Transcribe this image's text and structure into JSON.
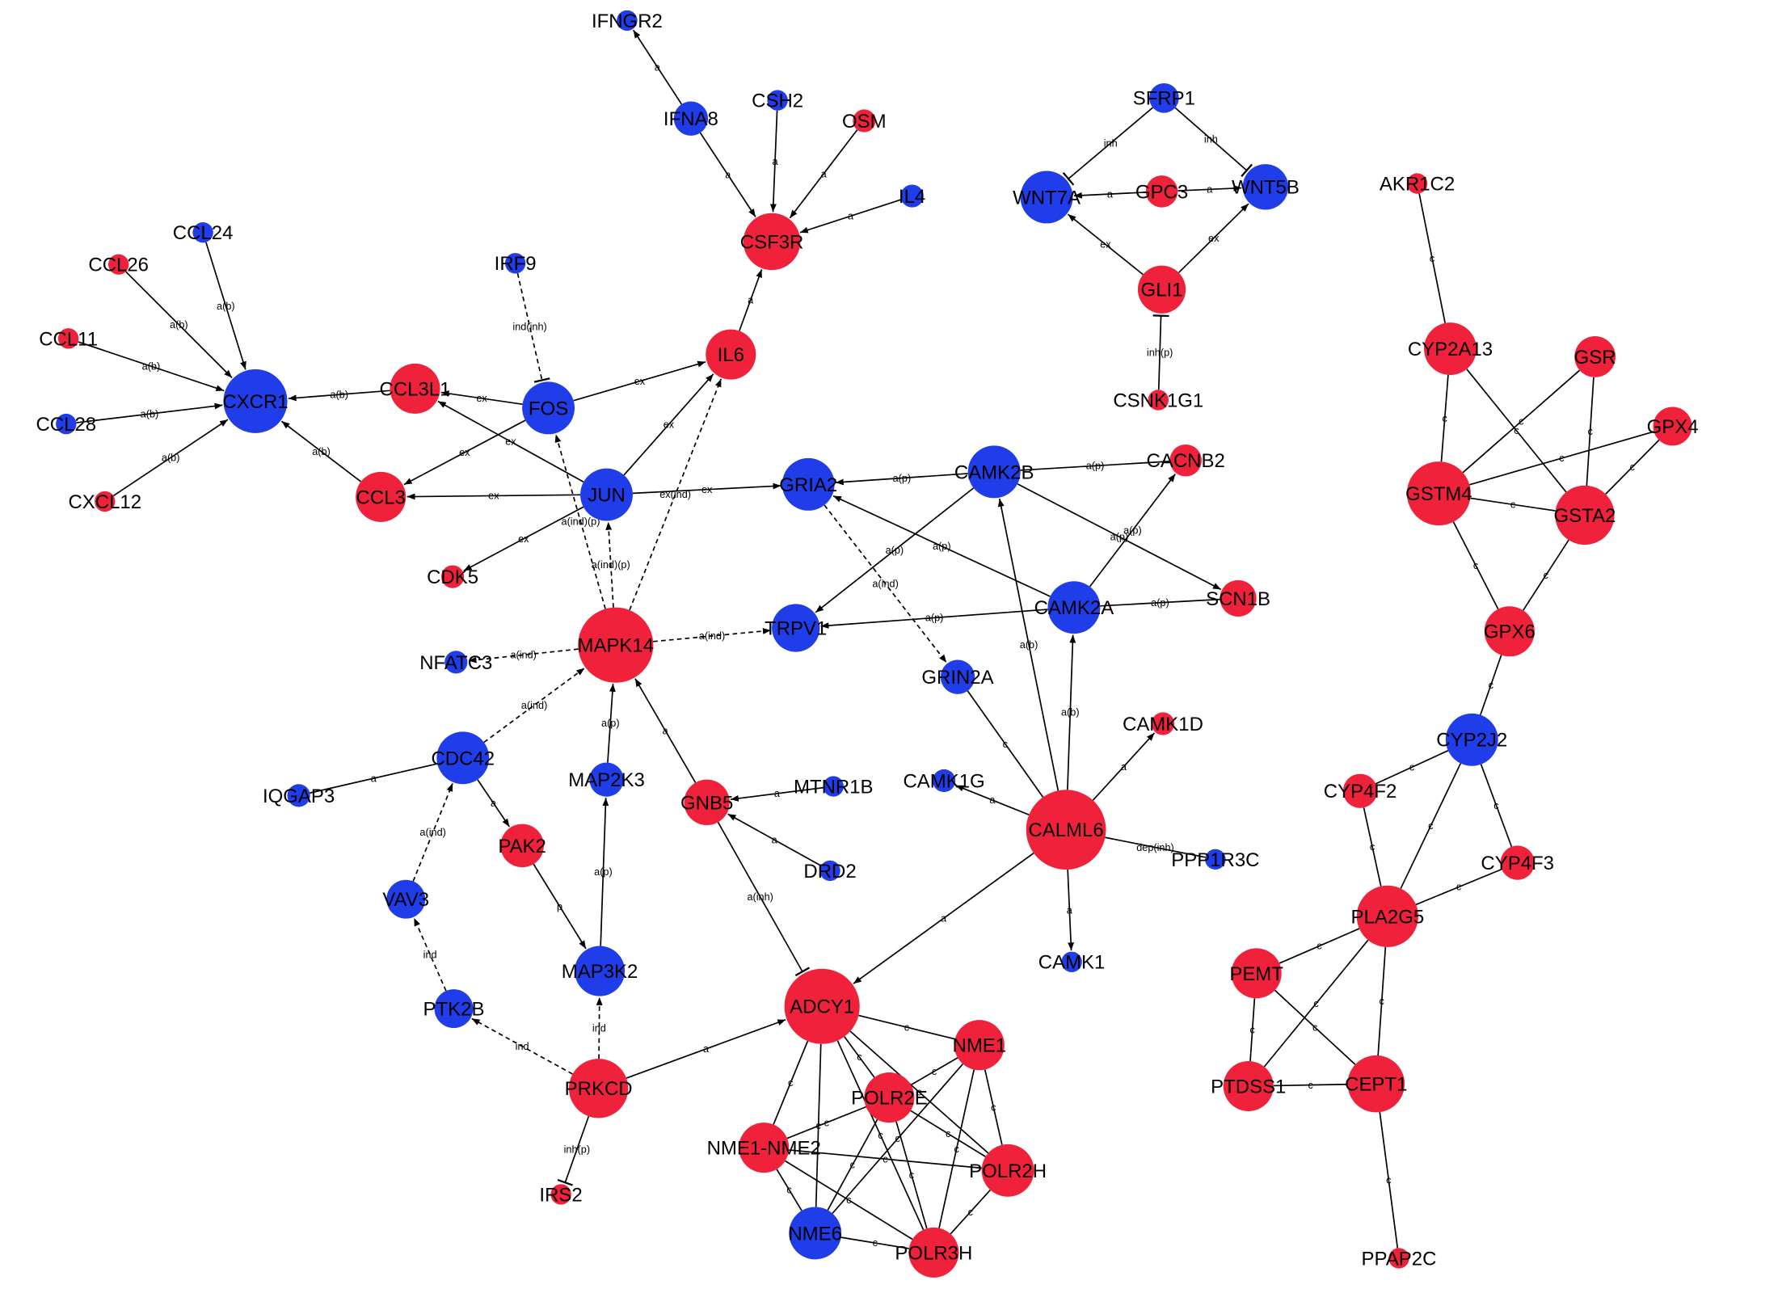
{
  "colors": {
    "red": "#f0213a",
    "blue": "#1f3de8"
  },
  "nodes": {
    "IFNGR2": {
      "label": "IFNGR2",
      "color": "blue"
    },
    "IFNA8": {
      "label": "IFNA8",
      "color": "blue"
    },
    "CSH2": {
      "label": "CSH2",
      "color": "blue"
    },
    "OSM": {
      "label": "OSM",
      "color": "red"
    },
    "IL4": {
      "label": "IL4",
      "color": "blue"
    },
    "CSF3R": {
      "label": "CSF3R",
      "color": "red"
    },
    "IL6": {
      "label": "IL6",
      "color": "red"
    },
    "IRF9": {
      "label": "IRF9",
      "color": "blue"
    },
    "CCL24": {
      "label": "CCL24",
      "color": "blue"
    },
    "CCL26": {
      "label": "CCL26",
      "color": "red"
    },
    "CCL11": {
      "label": "CCL11",
      "color": "red"
    },
    "CCL28": {
      "label": "CCL28",
      "color": "blue"
    },
    "CXCL12": {
      "label": "CXCL12",
      "color": "red"
    },
    "CXCR1": {
      "label": "CXCR1",
      "color": "blue"
    },
    "CCL3L1": {
      "label": "CCL3L1",
      "color": "red"
    },
    "CCL3": {
      "label": "CCL3",
      "color": "red"
    },
    "FOS": {
      "label": "FOS",
      "color": "blue"
    },
    "JUN": {
      "label": "JUN",
      "color": "blue"
    },
    "CDK5": {
      "label": "CDK5",
      "color": "red"
    },
    "GRIA2": {
      "label": "GRIA2",
      "color": "blue"
    },
    "CAMK2B": {
      "label": "CAMK2B",
      "color": "blue"
    },
    "CACNB2": {
      "label": "CACNB2",
      "color": "red"
    },
    "SCN1B": {
      "label": "SCN1B",
      "color": "red"
    },
    "CAMK2A": {
      "label": "CAMK2A",
      "color": "blue"
    },
    "TRPV1": {
      "label": "TRPV1",
      "color": "blue"
    },
    "MAPK14": {
      "label": "MAPK14",
      "color": "red"
    },
    "NFATC3": {
      "label": "NFATC3",
      "color": "blue"
    },
    "GRIN2A": {
      "label": "GRIN2A",
      "color": "blue"
    },
    "CAMK1D": {
      "label": "CAMK1D",
      "color": "red"
    },
    "CAMK1G": {
      "label": "CAMK1G",
      "color": "blue"
    },
    "CALML6": {
      "label": "CALML6",
      "color": "red"
    },
    "PPP1R3C": {
      "label": "PPP1R3C",
      "color": "blue"
    },
    "CAMK1": {
      "label": "CAMK1",
      "color": "blue"
    },
    "CDC42": {
      "label": "CDC42",
      "color": "blue"
    },
    "IQGAP3": {
      "label": "IQGAP3",
      "color": "blue"
    },
    "MAP2K3": {
      "label": "MAP2K3",
      "color": "blue"
    },
    "GNB5": {
      "label": "GNB5",
      "color": "red"
    },
    "MTNR1B": {
      "label": "MTNR1B",
      "color": "blue"
    },
    "DRD2": {
      "label": "DRD2",
      "color": "blue"
    },
    "PAK2": {
      "label": "PAK2",
      "color": "red"
    },
    "VAV3": {
      "label": "VAV3",
      "color": "blue"
    },
    "MAP3K2": {
      "label": "MAP3K2",
      "color": "blue"
    },
    "PTK2B": {
      "label": "PTK2B",
      "color": "blue"
    },
    "PRKCD": {
      "label": "PRKCD",
      "color": "red"
    },
    "IRS2": {
      "label": "IRS2",
      "color": "red"
    },
    "ADCY1": {
      "label": "ADCY1",
      "color": "red"
    },
    "NME1": {
      "label": "NME1",
      "color": "red"
    },
    "POLR2E": {
      "label": "POLR2E",
      "color": "red"
    },
    "NME1-NME2": {
      "label": "NME1-NME2",
      "color": "red"
    },
    "POLR2H": {
      "label": "POLR2H",
      "color": "red"
    },
    "NME6": {
      "label": "NME6",
      "color": "blue"
    },
    "POLR3H": {
      "label": "POLR3H",
      "color": "red"
    },
    "SFRP1": {
      "label": "SFRP1",
      "color": "blue"
    },
    "WNT7A": {
      "label": "WNT7A",
      "color": "blue"
    },
    "GPC3": {
      "label": "GPC3",
      "color": "red"
    },
    "WNT5B": {
      "label": "WNT5B",
      "color": "blue"
    },
    "GLI1": {
      "label": "GLI1",
      "color": "red"
    },
    "CSNK1G1": {
      "label": "CSNK1G1",
      "color": "red"
    },
    "AKR1C2": {
      "label": "AKR1C2",
      "color": "red"
    },
    "CYP2A13": {
      "label": "CYP2A13",
      "color": "red"
    },
    "GSR": {
      "label": "GSR",
      "color": "red"
    },
    "GPX4": {
      "label": "GPX4",
      "color": "red"
    },
    "GSTM4": {
      "label": "GSTM4",
      "color": "red"
    },
    "GSTA2": {
      "label": "GSTA2",
      "color": "red"
    },
    "GPX6": {
      "label": "GPX6",
      "color": "red"
    },
    "CYP2J2": {
      "label": "CYP2J2",
      "color": "blue"
    },
    "CYP4F2": {
      "label": "CYP4F2",
      "color": "red"
    },
    "CYP4F3": {
      "label": "CYP4F3",
      "color": "red"
    },
    "PLA2G5": {
      "label": "PLA2G5",
      "color": "red"
    },
    "PEMT": {
      "label": "PEMT",
      "color": "red"
    },
    "PTDSS1": {
      "label": "PTDSS1",
      "color": "red"
    },
    "CEPT1": {
      "label": "CEPT1",
      "color": "red"
    },
    "PPAP2C": {
      "label": "PPAP2C",
      "color": "red"
    }
  },
  "edges": [
    {
      "source": "IFNA8",
      "target": "IFNGR2",
      "label": "a",
      "type": "arrow"
    },
    {
      "source": "IFNA8",
      "target": "CSF3R",
      "label": "a",
      "type": "arrow"
    },
    {
      "source": "CSH2",
      "target": "CSF3R",
      "label": "a",
      "type": "arrow"
    },
    {
      "source": "OSM",
      "target": "CSF3R",
      "label": "a",
      "type": "arrow"
    },
    {
      "source": "IL4",
      "target": "CSF3R",
      "label": "a",
      "type": "arrow"
    },
    {
      "source": "IL6",
      "target": "CSF3R",
      "label": "a",
      "type": "arrow"
    },
    {
      "source": "IRF9",
      "target": "FOS",
      "label": "ind(inh)",
      "type": "inhibit",
      "dashed": true
    },
    {
      "source": "CCL24",
      "target": "CXCR1",
      "label": "a(b)",
      "type": "arrow"
    },
    {
      "source": "CCL26",
      "target": "CXCR1",
      "label": "a(b)",
      "type": "arrow"
    },
    {
      "source": "CCL11",
      "target": "CXCR1",
      "label": "a(b)",
      "type": "arrow"
    },
    {
      "source": "CCL28",
      "target": "CXCR1",
      "label": "a(b)",
      "type": "arrow"
    },
    {
      "source": "CXCL12",
      "target": "CXCR1",
      "label": "a(b)",
      "type": "arrow"
    },
    {
      "source": "CCL3L1",
      "target": "CXCR1",
      "label": "a(b)",
      "type": "arrow"
    },
    {
      "source": "CCL3",
      "target": "CXCR1",
      "label": "a(b)",
      "type": "arrow"
    },
    {
      "source": "FOS",
      "target": "CCL3L1",
      "label": "ex",
      "type": "arrow"
    },
    {
      "source": "FOS",
      "target": "CCL3",
      "label": "ex",
      "type": "arrow"
    },
    {
      "source": "FOS",
      "target": "IL6",
      "label": "ex",
      "type": "arrow"
    },
    {
      "source": "JUN",
      "target": "CCL3L1",
      "label": "ex",
      "type": "arrow"
    },
    {
      "source": "JUN",
      "target": "CCL3",
      "label": "ex",
      "type": "arrow"
    },
    {
      "source": "JUN",
      "target": "IL6",
      "label": "ex",
      "type": "arrow"
    },
    {
      "source": "JUN",
      "target": "CDK5",
      "label": "ex",
      "type": "arrow"
    },
    {
      "source": "JUN",
      "target": "GRIA2",
      "label": "ex",
      "type": "arrow"
    },
    {
      "source": "MAPK14",
      "target": "FOS",
      "label": "a(ind)(p)",
      "type": "arrow",
      "dashed": true
    },
    {
      "source": "MAPK14",
      "target": "JUN",
      "label": "a(ind)(p)",
      "type": "arrow",
      "dashed": true
    },
    {
      "source": "MAPK14",
      "target": "IL6",
      "label": "ex(ind)",
      "type": "arrow",
      "dashed": true
    },
    {
      "source": "MAPK14",
      "target": "NFATC3",
      "label": "a(ind)",
      "type": "arrow",
      "dashed": true
    },
    {
      "source": "MAPK14",
      "target": "TRPV1",
      "label": "a(ind)",
      "type": "arrow",
      "dashed": true
    },
    {
      "source": "CAMK2B",
      "target": "GRIA2",
      "label": "a(p)",
      "type": "arrow"
    },
    {
      "source": "CACNB2",
      "target": "CAMK2B",
      "label": "a(p)",
      "type": "line"
    },
    {
      "source": "CAMK2B",
      "target": "SCN1B",
      "label": "a(p)",
      "type": "arrow"
    },
    {
      "source": "CAMK2B",
      "target": "TRPV1",
      "label": "a(p)",
      "type": "arrow"
    },
    {
      "source": "CAMK2A",
      "target": "GRIA2",
      "label": "a(p)",
      "type": "arrow"
    },
    {
      "source": "CAMK2A",
      "target": "CACNB2",
      "label": "a(p)",
      "type": "arrow"
    },
    {
      "source": "SCN1B",
      "target": "CAMK2A",
      "label": "a(p)",
      "type": "line"
    },
    {
      "source": "CAMK2A",
      "target": "TRPV1",
      "label": "a(p)",
      "type": "arrow"
    },
    {
      "source": "GRIA2",
      "target": "GRIN2A",
      "label": "a(ind)",
      "type": "arrow",
      "dashed": true
    },
    {
      "source": "CALML6",
      "target": "CAMK2B",
      "label": "a(b)",
      "type": "arrow"
    },
    {
      "source": "CALML6",
      "target": "CAMK2A",
      "label": "a(b)",
      "type": "arrow"
    },
    {
      "source": "CALML6",
      "target": "GRIN2A",
      "label": "c",
      "type": "line"
    },
    {
      "source": "CALML6",
      "target": "CAMK1D",
      "label": "a",
      "type": "arrow"
    },
    {
      "source": "CALML6",
      "target": "CAMK1G",
      "label": "a",
      "type": "arrow"
    },
    {
      "source": "CALML6",
      "target": "PPP1R3C",
      "label": "dep(inh)",
      "type": "line"
    },
    {
      "source": "CALML6",
      "target": "CAMK1",
      "label": "a",
      "type": "arrow"
    },
    {
      "source": "CALML6",
      "target": "ADCY1",
      "label": "a",
      "type": "arrow"
    },
    {
      "source": "CDC42",
      "target": "MAPK14",
      "label": "a(ind)",
      "type": "arrow",
      "dashed": true
    },
    {
      "source": "IQGAP3",
      "target": "CDC42",
      "label": "a",
      "type": "line"
    },
    {
      "source": "CDC42",
      "target": "PAK2",
      "label": "a",
      "type": "arrow"
    },
    {
      "source": "VAV3",
      "target": "CDC42",
      "label": "a(ind)",
      "type": "arrow",
      "dashed": true
    },
    {
      "source": "MAP2K3",
      "target": "MAPK14",
      "label": "a(p)",
      "type": "arrow"
    },
    {
      "source": "GNB5",
      "target": "MAPK14",
      "label": "a",
      "type": "arrow"
    },
    {
      "source": "MTNR1B",
      "target": "GNB5",
      "label": "a",
      "type": "arrow"
    },
    {
      "source": "DRD2",
      "target": "GNB5",
      "label": "a",
      "type": "arrow"
    },
    {
      "source": "GNB5",
      "target": "ADCY1",
      "label": "a(inh)",
      "type": "inhibit"
    },
    {
      "source": "PAK2",
      "target": "MAP3K2",
      "label": "p",
      "type": "arrow"
    },
    {
      "source": "MAP3K2",
      "target": "MAP2K3",
      "label": "a(p)",
      "type": "arrow"
    },
    {
      "source": "PTK2B",
      "target": "VAV3",
      "label": "ind",
      "type": "arrow",
      "dashed": true
    },
    {
      "source": "PRKCD",
      "target": "PTK2B",
      "label": "ind",
      "type": "arrow",
      "dashed": true
    },
    {
      "source": "PRKCD",
      "target": "MAP3K2",
      "label": "ind",
      "type": "arrow",
      "dashed": true
    },
    {
      "source": "PRKCD",
      "target": "ADCY1",
      "label": "a",
      "type": "arrow"
    },
    {
      "source": "PRKCD",
      "target": "IRS2",
      "label": "inh(p)",
      "type": "inhibit"
    },
    {
      "source": "ADCY1",
      "target": "NME1",
      "label": "c",
      "type": "line"
    },
    {
      "source": "ADCY1",
      "target": "POLR2E",
      "label": "c",
      "type": "line"
    },
    {
      "source": "ADCY1",
      "target": "NME1-NME2",
      "label": "c",
      "type": "line"
    },
    {
      "source": "ADCY1",
      "target": "POLR2H",
      "label": "c",
      "type": "line"
    },
    {
      "source": "ADCY1",
      "target": "NME6",
      "label": "c",
      "type": "line"
    },
    {
      "source": "ADCY1",
      "target": "POLR3H",
      "label": "c",
      "type": "line"
    },
    {
      "source": "NME1",
      "target": "POLR2E",
      "label": "c",
      "type": "line"
    },
    {
      "source": "NME1",
      "target": "POLR2H",
      "label": "c",
      "type": "line"
    },
    {
      "source": "NME1",
      "target": "POLR3H",
      "label": "c",
      "type": "line"
    },
    {
      "source": "NME1",
      "target": "NME6",
      "label": "c",
      "type": "line"
    },
    {
      "source": "POLR2E",
      "target": "NME1-NME2",
      "label": "c",
      "type": "line"
    },
    {
      "source": "POLR2E",
      "target": "POLR2H",
      "label": "c",
      "type": "line"
    },
    {
      "source": "POLR2E",
      "target": "NME6",
      "label": "c",
      "type": "line"
    },
    {
      "source": "POLR2E",
      "target": "POLR3H",
      "label": "c",
      "type": "line"
    },
    {
      "source": "NME1-NME2",
      "target": "POLR2H",
      "label": "c",
      "type": "line"
    },
    {
      "source": "NME1-NME2",
      "target": "NME6",
      "label": "c",
      "type": "line"
    },
    {
      "source": "NME1-NME2",
      "target": "POLR3H",
      "label": "c",
      "type": "line"
    },
    {
      "source": "POLR2H",
      "target": "POLR3H",
      "label": "c",
      "type": "line"
    },
    {
      "source": "NME6",
      "target": "POLR3H",
      "label": "c",
      "type": "line"
    },
    {
      "source": "SFRP1",
      "target": "WNT7A",
      "label": "inh",
      "type": "inhibit"
    },
    {
      "source": "SFRP1",
      "target": "WNT5B",
      "label": "inh",
      "type": "inhibit"
    },
    {
      "source": "GPC3",
      "target": "WNT7A",
      "label": "a",
      "type": "arrow"
    },
    {
      "source": "GPC3",
      "target": "WNT5B",
      "label": "a",
      "type": "arrow"
    },
    {
      "source": "GLI1",
      "target": "WNT7A",
      "label": "ex",
      "type": "arrow"
    },
    {
      "source": "GLI1",
      "target": "WNT5B",
      "label": "ex",
      "type": "arrow"
    },
    {
      "source": "CSNK1G1",
      "target": "GLI1",
      "label": "inh(p)",
      "type": "inhibit"
    },
    {
      "source": "AKR1C2",
      "target": "CYP2A13",
      "label": "c",
      "type": "line"
    },
    {
      "source": "CYP2A13",
      "target": "GSTM4",
      "label": "c",
      "type": "line"
    },
    {
      "source": "CYP2A13",
      "target": "GSTA2",
      "label": "c",
      "type": "line"
    },
    {
      "source": "GSR",
      "target": "GSTM4",
      "label": "c",
      "type": "line"
    },
    {
      "source": "GSR",
      "target": "GSTA2",
      "label": "c",
      "type": "line"
    },
    {
      "source": "GPX4",
      "target": "GSTM4",
      "label": "c",
      "type": "line"
    },
    {
      "source": "GPX4",
      "target": "GSTA2",
      "label": "c",
      "type": "line"
    },
    {
      "source": "GSTM4",
      "target": "GSTA2",
      "label": "c",
      "type": "line"
    },
    {
      "source": "GSTM4",
      "target": "GPX6",
      "label": "c",
      "type": "line"
    },
    {
      "source": "GSTA2",
      "target": "GPX6",
      "label": "c",
      "type": "line"
    },
    {
      "source": "GPX6",
      "target": "CYP2J2",
      "label": "c",
      "type": "line"
    },
    {
      "source": "CYP2J2",
      "target": "CYP4F2",
      "label": "c",
      "type": "line"
    },
    {
      "source": "CYP2J2",
      "target": "CYP4F3",
      "label": "c",
      "type": "line"
    },
    {
      "source": "CYP2J2",
      "target": "PLA2G5",
      "label": "c",
      "type": "line"
    },
    {
      "source": "CYP4F2",
      "target": "PLA2G5",
      "label": "c",
      "type": "line"
    },
    {
      "source": "CYP4F3",
      "target": "PLA2G5",
      "label": "c",
      "type": "line"
    },
    {
      "source": "PLA2G5",
      "target": "PEMT",
      "label": "c",
      "type": "line"
    },
    {
      "source": "PLA2G5",
      "target": "PTDSS1",
      "label": "c",
      "type": "line"
    },
    {
      "source": "PLA2G5",
      "target": "CEPT1",
      "label": "c",
      "type": "line"
    },
    {
      "source": "PEMT",
      "target": "PTDSS1",
      "label": "c",
      "type": "line"
    },
    {
      "source": "PEMT",
      "target": "CEPT1",
      "label": "c",
      "type": "line"
    },
    {
      "source": "PTDSS1",
      "target": "CEPT1",
      "label": "c",
      "type": "line"
    },
    {
      "source": "CEPT1",
      "target": "PPAP2C",
      "label": "c",
      "type": "line"
    }
  ]
}
